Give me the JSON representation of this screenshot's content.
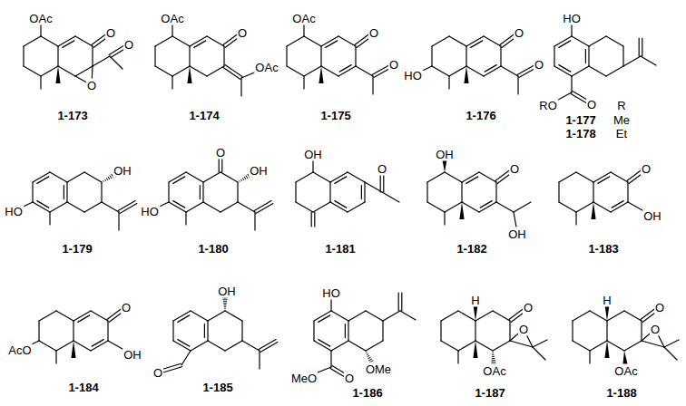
{
  "diagram": {
    "labels": [
      "OAc",
      "O",
      "O",
      "O",
      "1-173",
      "OAc",
      "O",
      "OAc",
      "1-174",
      "OAc",
      "O",
      "O",
      "1-175",
      "O",
      "HO",
      "O",
      "1-176",
      "HO",
      "RO",
      "O",
      "1-177",
      "1-178",
      "R",
      "Me",
      "Et",
      "OH",
      "HO",
      "1-179",
      "O",
      "OH",
      "HO",
      "1-180",
      "OH",
      "O",
      "1-181",
      "OH",
      "O",
      "OH",
      "1-182",
      "O",
      "OH",
      "1-183",
      "O",
      "AcO",
      "OH",
      "1-184",
      "OH",
      "O",
      "1-185",
      "HO",
      "MeO",
      "O",
      "OMe",
      "1-186",
      "H",
      "O",
      "O",
      "OAc",
      "1-187",
      "H",
      "O",
      "O",
      "OAc",
      "1-188"
    ]
  }
}
